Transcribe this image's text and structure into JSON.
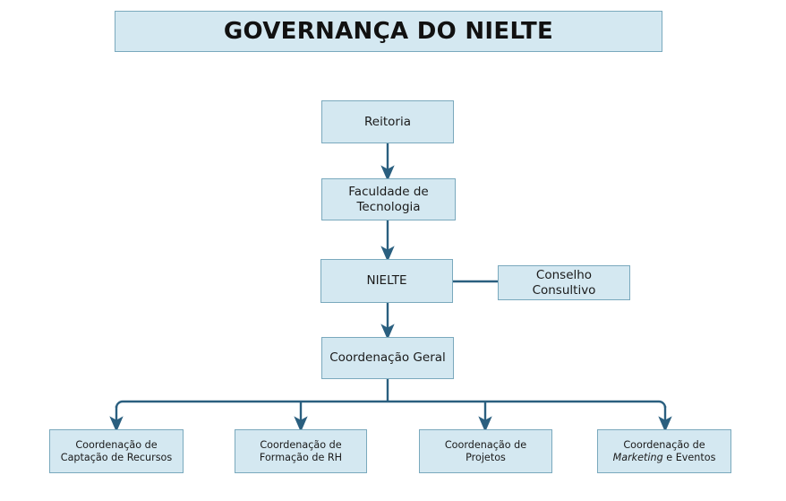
{
  "diagram": {
    "title": "GOVERNANÇA DO NIELTE",
    "colors": {
      "node_fill": "#d4e8f1",
      "node_border": "#7aa9bd",
      "connector": "#2a5f7f",
      "text": "#1a1a1a",
      "background": "#ffffff"
    },
    "nodes": {
      "reitoria": "Reitoria",
      "faculdade_line1": "Faculdade de",
      "faculdade_line2": "Tecnologia",
      "nielte": "NIELTE",
      "conselho_line1": "Conselho",
      "conselho_line2": "Consultivo",
      "coordenacao_geral": "Coordenação Geral",
      "leaf1_line1": "Coordenação de",
      "leaf1_line2": "Captação de Recursos",
      "leaf2_line1": "Coordenação de",
      "leaf2_line2": "Formação de RH",
      "leaf3_line1": "Coordenação de",
      "leaf3_line2": "Projetos",
      "leaf4_line1": "Coordenação de",
      "leaf4_line2_italic": "Marketing",
      "leaf4_line2_rest": " e Eventos"
    },
    "connectors": [
      {
        "name": "reitoria-to-faculdade",
        "type": "arrow",
        "direction": "down"
      },
      {
        "name": "faculdade-to-nielte",
        "type": "arrow",
        "direction": "down"
      },
      {
        "name": "nielte-to-conselho",
        "type": "line",
        "direction": "right"
      },
      {
        "name": "nielte-to-coordenacao-geral",
        "type": "arrow",
        "direction": "down"
      },
      {
        "name": "coordenacao-geral-to-leaf1",
        "type": "arrow",
        "direction": "down"
      },
      {
        "name": "coordenacao-geral-to-leaf2",
        "type": "arrow",
        "direction": "down"
      },
      {
        "name": "coordenacao-geral-to-leaf3",
        "type": "arrow",
        "direction": "down"
      },
      {
        "name": "coordenacao-geral-to-leaf4",
        "type": "arrow",
        "direction": "down"
      }
    ]
  }
}
